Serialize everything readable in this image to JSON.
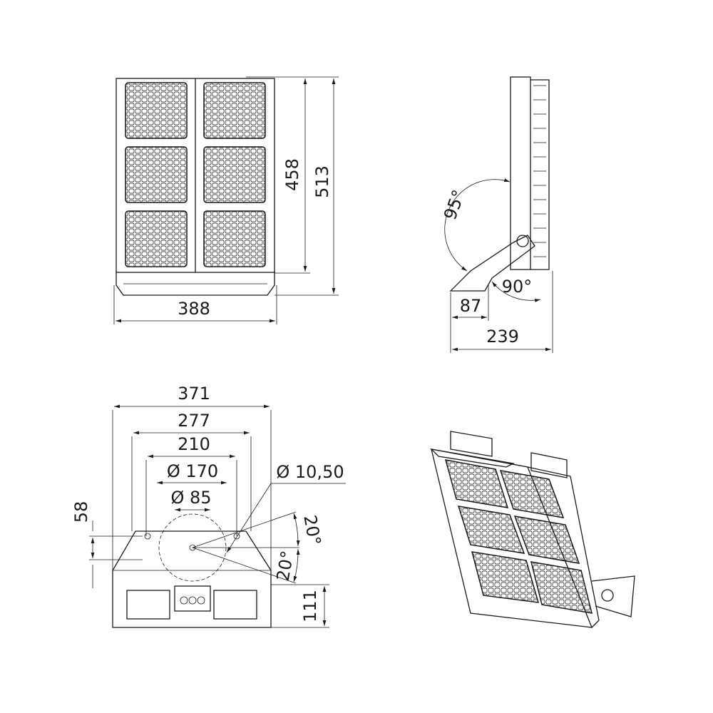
{
  "front_view": {
    "width": "388",
    "height_inner": "458",
    "height_total": "513"
  },
  "side_view": {
    "tilt_angle": "95°",
    "bracket_angle": "90°",
    "bracket_depth": "87",
    "depth": "239"
  },
  "bottom_view": {
    "width_371": "371",
    "width_277": "277",
    "width_210": "210",
    "dia_170": "Ø 170",
    "dia_85": "Ø 85",
    "hole_dia": "Ø 10,50",
    "height_58": "58",
    "angle_top": "20°",
    "angle_bottom": "20°",
    "height_111": "111"
  },
  "colors": {
    "line": "#1a1a1a",
    "background": "#ffffff"
  }
}
